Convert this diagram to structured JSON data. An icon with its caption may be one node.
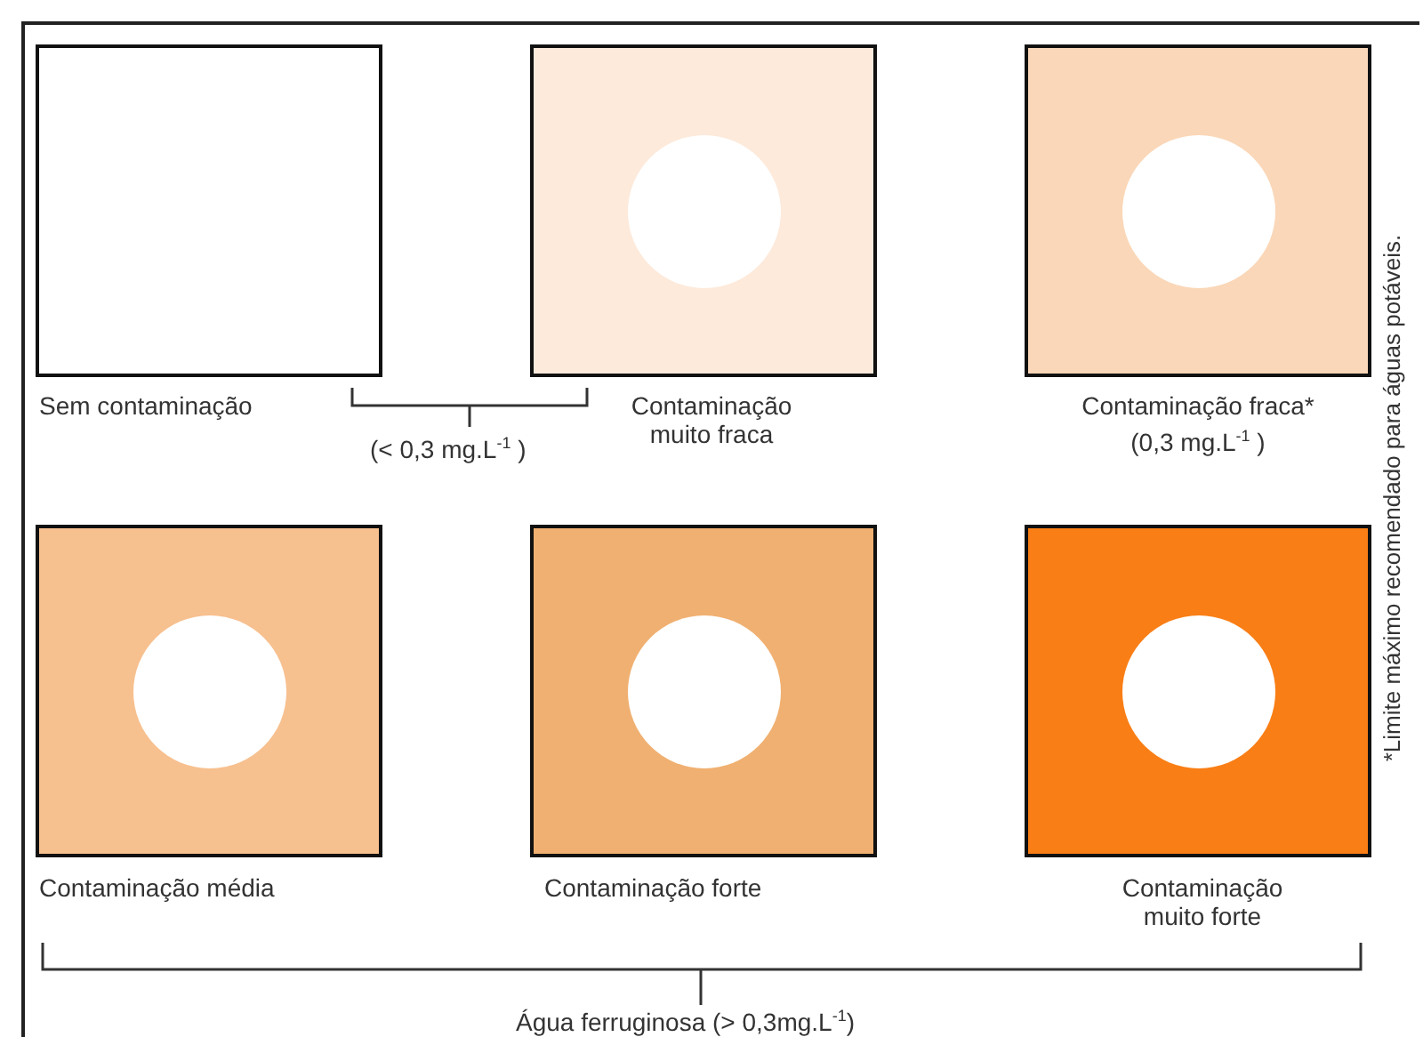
{
  "diagram": {
    "nodes": [
      {
        "text": [
          "Sem contaminação"
        ]
      },
      {
        "text": [
          "Contaminação muito fraca"
        ]
      },
      {
        "text": [
          "Contaminação fraca*",
          "(0,3 mg.L$^{-1}$ )"
        ]
      },
      {
        "text": [
          "Contaminação média"
        ]
      },
      {
        "text": [
          "Contaminação forte"
        ]
      },
      {
        "text": [
          "Contaminação muito forte"
        ]
      }
    ],
    "labels": [
      "(< 0,3 mg.L$^{-1}$ )",
      "Água ferruginosa (> 0,3mg.L$^{-1}$)",
      "*Limite máximo recomendado para águas potáveis."
    ]
  }
}
